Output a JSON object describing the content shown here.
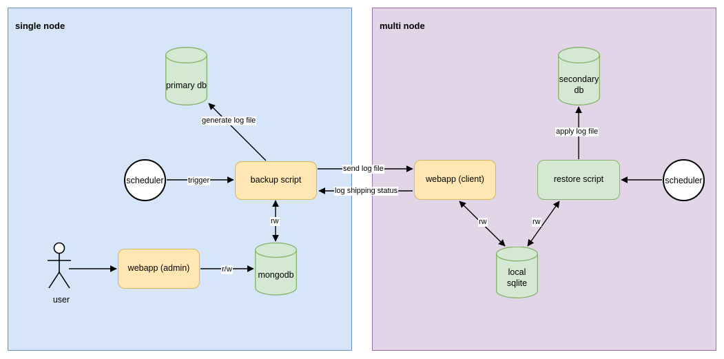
{
  "diagram": {
    "title_left": "single node",
    "title_right": "multi node",
    "colors": {
      "panel_left_bg": "#d7e5f9",
      "panel_left_border": "#6c8ebf",
      "panel_right_bg": "#e1d5e7",
      "panel_right_border": "#9673a6",
      "process_fill": "#ffe6b3",
      "process_border": "#d6b656",
      "db_fill": "#d5e8d4",
      "db_border": "#82b366",
      "actor_fill": "#ffffff",
      "actor_border": "#000000",
      "edge_color": "#000000"
    }
  },
  "nodes": {
    "primary_db": "primary db",
    "backup_script": "backup script",
    "scheduler_left": "scheduler",
    "user": "user",
    "webapp_admin": "webapp (admin)",
    "mongodb": "mongodb",
    "secondary_db_line1": "secondary",
    "secondary_db_line2": "db",
    "webapp_client": "webapp (client)",
    "restore_script": "restore script",
    "scheduler_right": "scheduler",
    "local_sqlite_line1": "local",
    "local_sqlite_line2": "sqlite"
  },
  "edges": {
    "generate_log_file": "generate log file",
    "trigger": "trigger",
    "backup_mongodb_rw": "rw",
    "admin_mongodb_rw": "r/w",
    "send_log_file": "send log file",
    "log_shipping_status": "log shipping status",
    "apply_log_file": "apply log file",
    "client_sqlite_rw": "rw",
    "restore_sqlite_rw": "rw"
  }
}
